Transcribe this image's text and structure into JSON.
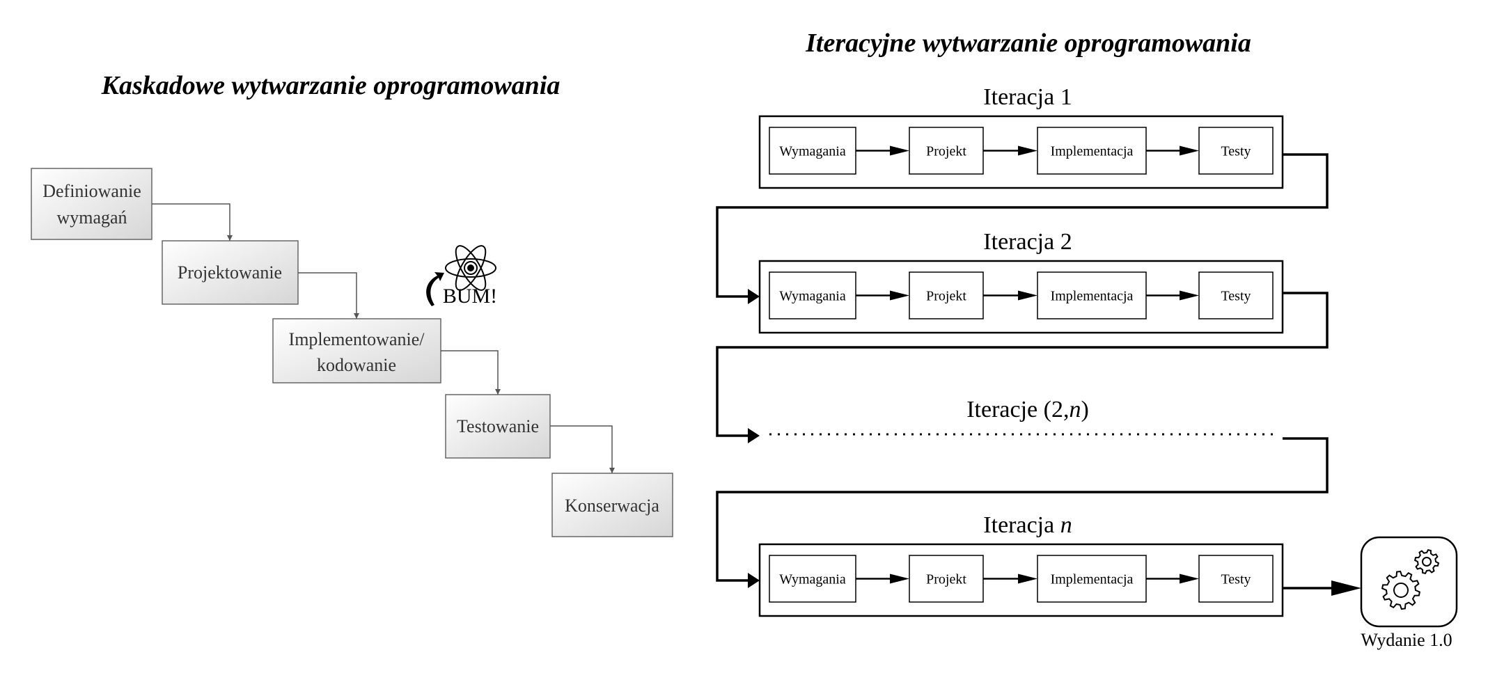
{
  "waterfall": {
    "title": "Kaskadowe wytwarzanie oprogramowania",
    "steps": [
      {
        "lines": [
          "Definiowanie",
          "wymagań"
        ]
      },
      {
        "lines": [
          "Projektowanie"
        ]
      },
      {
        "lines": [
          "Implementowanie/",
          "kodowanie"
        ]
      },
      {
        "lines": [
          "Testowanie"
        ]
      },
      {
        "lines": [
          "Konserwacja"
        ]
      }
    ],
    "bum_label": "BUM!"
  },
  "iterative": {
    "title": "Iteracyjne wytwarzanie oprogramowania",
    "iterations": [
      {
        "label": "Iteracja 1"
      },
      {
        "label": "Iteracja 2"
      },
      {
        "label_prefix": "Iteracje (2,",
        "label_var": "n",
        "label_suffix": ")"
      },
      {
        "label_prefix": "Iteracja ",
        "label_var": "n"
      }
    ],
    "phases": [
      "Wymagania",
      "Projekt",
      "Implementacja",
      "Testy"
    ],
    "release_label": "Wydanie 1.0"
  },
  "colors": {
    "box_border": "#555555",
    "gradient_start": "#ffffff",
    "gradient_end": "#d8d8d8",
    "line": "#000000"
  }
}
